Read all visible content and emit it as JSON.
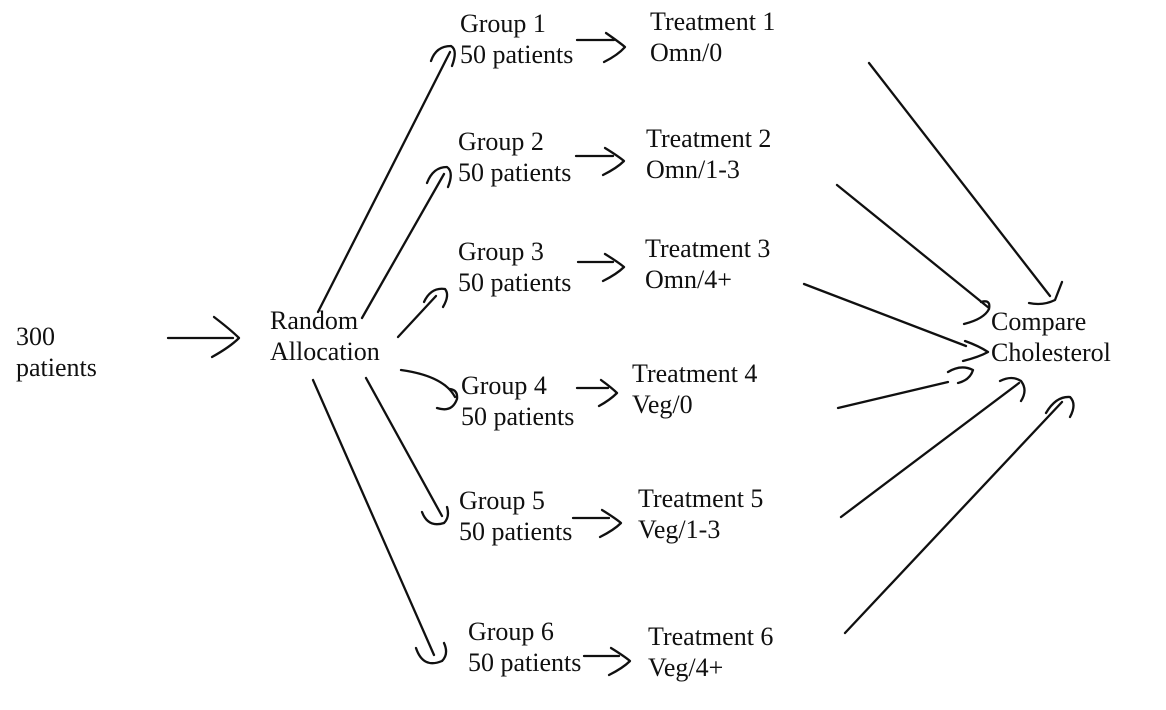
{
  "diagram": {
    "kind": "randomized-experiment-flowchart",
    "colors": {
      "ink": "#101010",
      "background": "#ffffff"
    },
    "source": {
      "line1": "300",
      "line2": "patients"
    },
    "allocation": {
      "line1": "Random",
      "line2": "Allocation"
    },
    "outcome": {
      "line1": "Compare",
      "line2": "Cholesterol"
    },
    "rows": [
      {
        "group": "Group 1",
        "size": "50 patients",
        "treatment": "Treatment 1",
        "regimen": "Omn/0"
      },
      {
        "group": "Group 2",
        "size": "50 patients",
        "treatment": "Treatment 2",
        "regimen": "Omn/1-3"
      },
      {
        "group": "Group 3",
        "size": "50 patients",
        "treatment": "Treatment 3",
        "regimen": "Omn/4+"
      },
      {
        "group": "Group 4",
        "size": "50 patients",
        "treatment": "Treatment 4",
        "regimen": "Veg/0"
      },
      {
        "group": "Group 5",
        "size": "50 patients",
        "treatment": "Treatment 5",
        "regimen": "Veg/1-3"
      },
      {
        "group": "Group 6",
        "size": "50 patients",
        "treatment": "Treatment 6",
        "regimen": "Veg/4+"
      }
    ]
  }
}
